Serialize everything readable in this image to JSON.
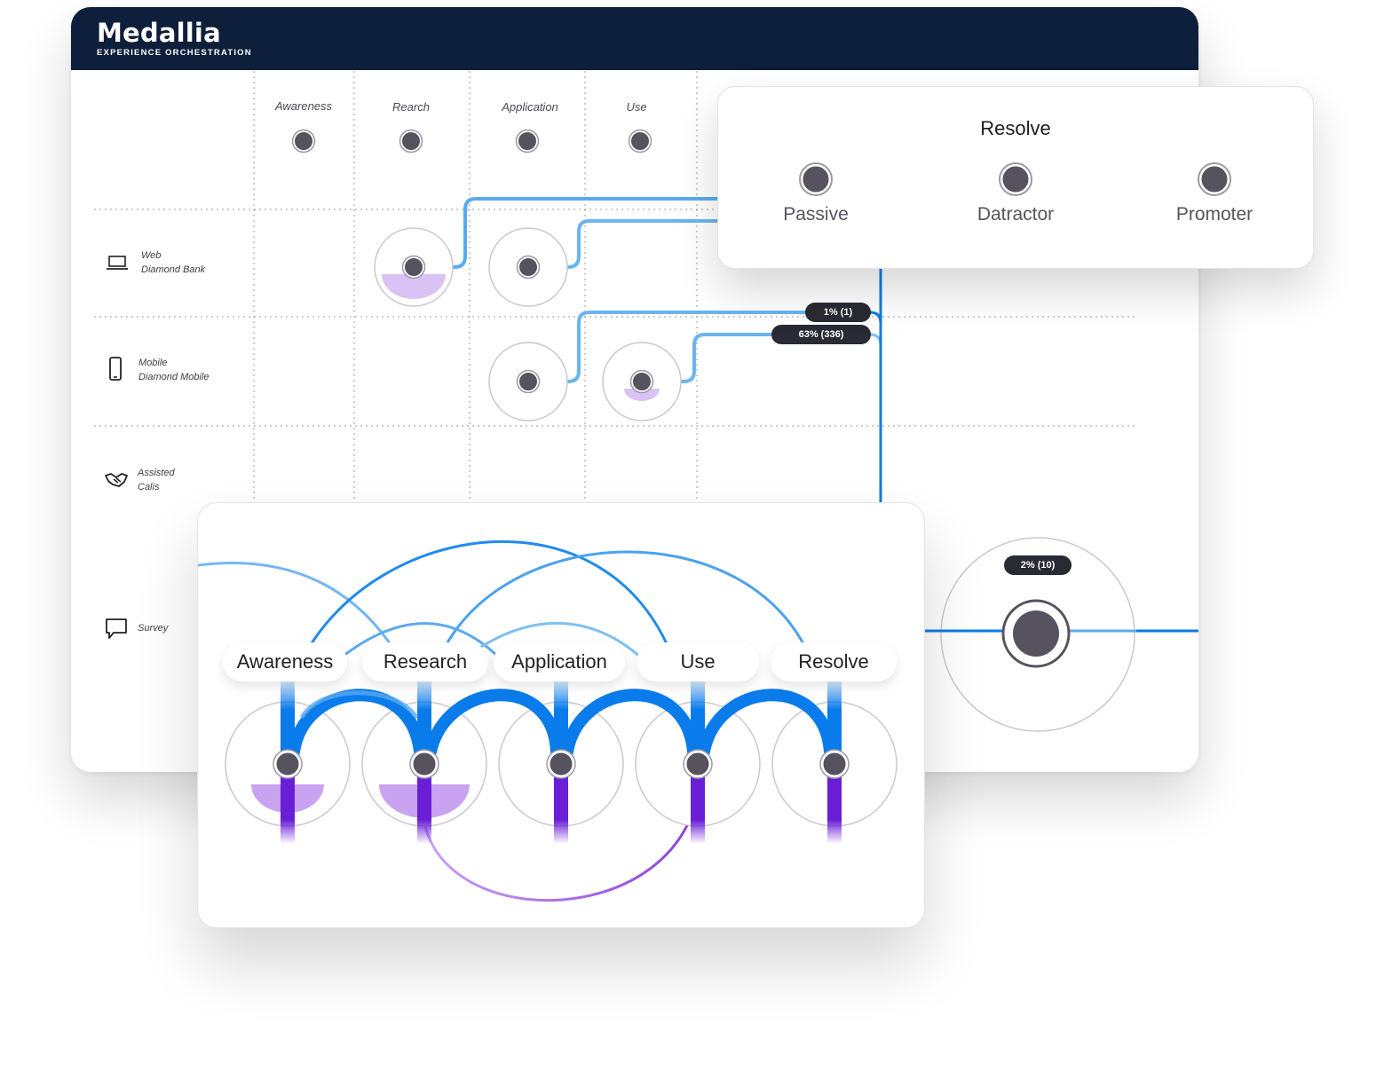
{
  "app": {
    "brand": "Medallia",
    "subtitle": "EXPERIENCE ORCHESTRATION"
  },
  "grid": {
    "stages": [
      "Awareness",
      "Rearch",
      "Application",
      "Use"
    ],
    "channels": [
      {
        "name": "Web",
        "sub": "Diamond Bank",
        "icon": "laptop-icon"
      },
      {
        "name": "Mobile",
        "sub": "Diamond Mobile",
        "icon": "smartphone-icon"
      },
      {
        "name": "Assisted",
        "sub": "Calis",
        "icon": "handshake-icon"
      },
      {
        "name": "Survey",
        "sub": "",
        "icon": "chat-bubble-icon"
      }
    ],
    "flow_badges": [
      "1% (1)",
      "63% (336)",
      "2% (10)"
    ]
  },
  "resolve_panel": {
    "title": "Resolve",
    "scores": [
      "Passive",
      "Datractor",
      "Promoter"
    ]
  },
  "journey_panel": {
    "stages": [
      "Awareness",
      "Research",
      "Application",
      "Use",
      "Resolve"
    ]
  },
  "colors": {
    "navy": "#0e1f3b",
    "blue": "#0a7bea",
    "light_blue": "#7fc0f2",
    "purple": "#6a1fd6",
    "lavender": "#c9a3f1",
    "node": "#56535f"
  }
}
